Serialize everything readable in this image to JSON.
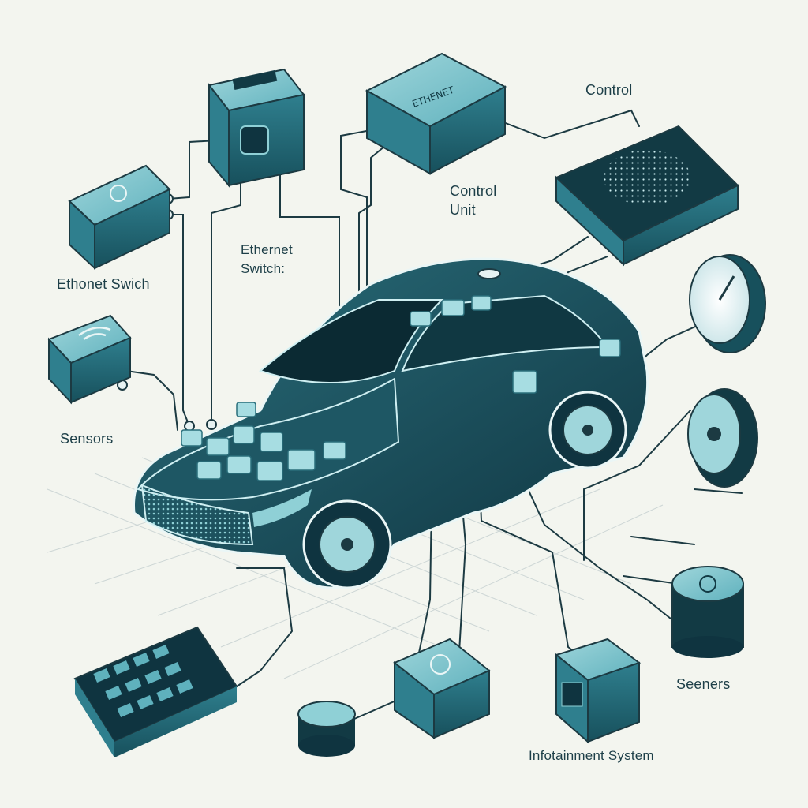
{
  "labels": {
    "control_top": "Control",
    "control_unit": "Control\nUnit",
    "ethernet_switch_center": "Ethernet\nSwitch:",
    "ethernet_switch_left": "Ethonet Swich",
    "sensors_left": "Sensors",
    "sensors_right": "Seeners",
    "infotainment": "Infotainment System",
    "switch_box_text": "ETHENET"
  },
  "colors": {
    "background": "#f3f5ef",
    "body_dark": "#143c46",
    "teal": "#3f9aa8",
    "teal_light": "#8fd0d6",
    "wire": "#1c3a42",
    "grid": "#c9d3d3"
  }
}
